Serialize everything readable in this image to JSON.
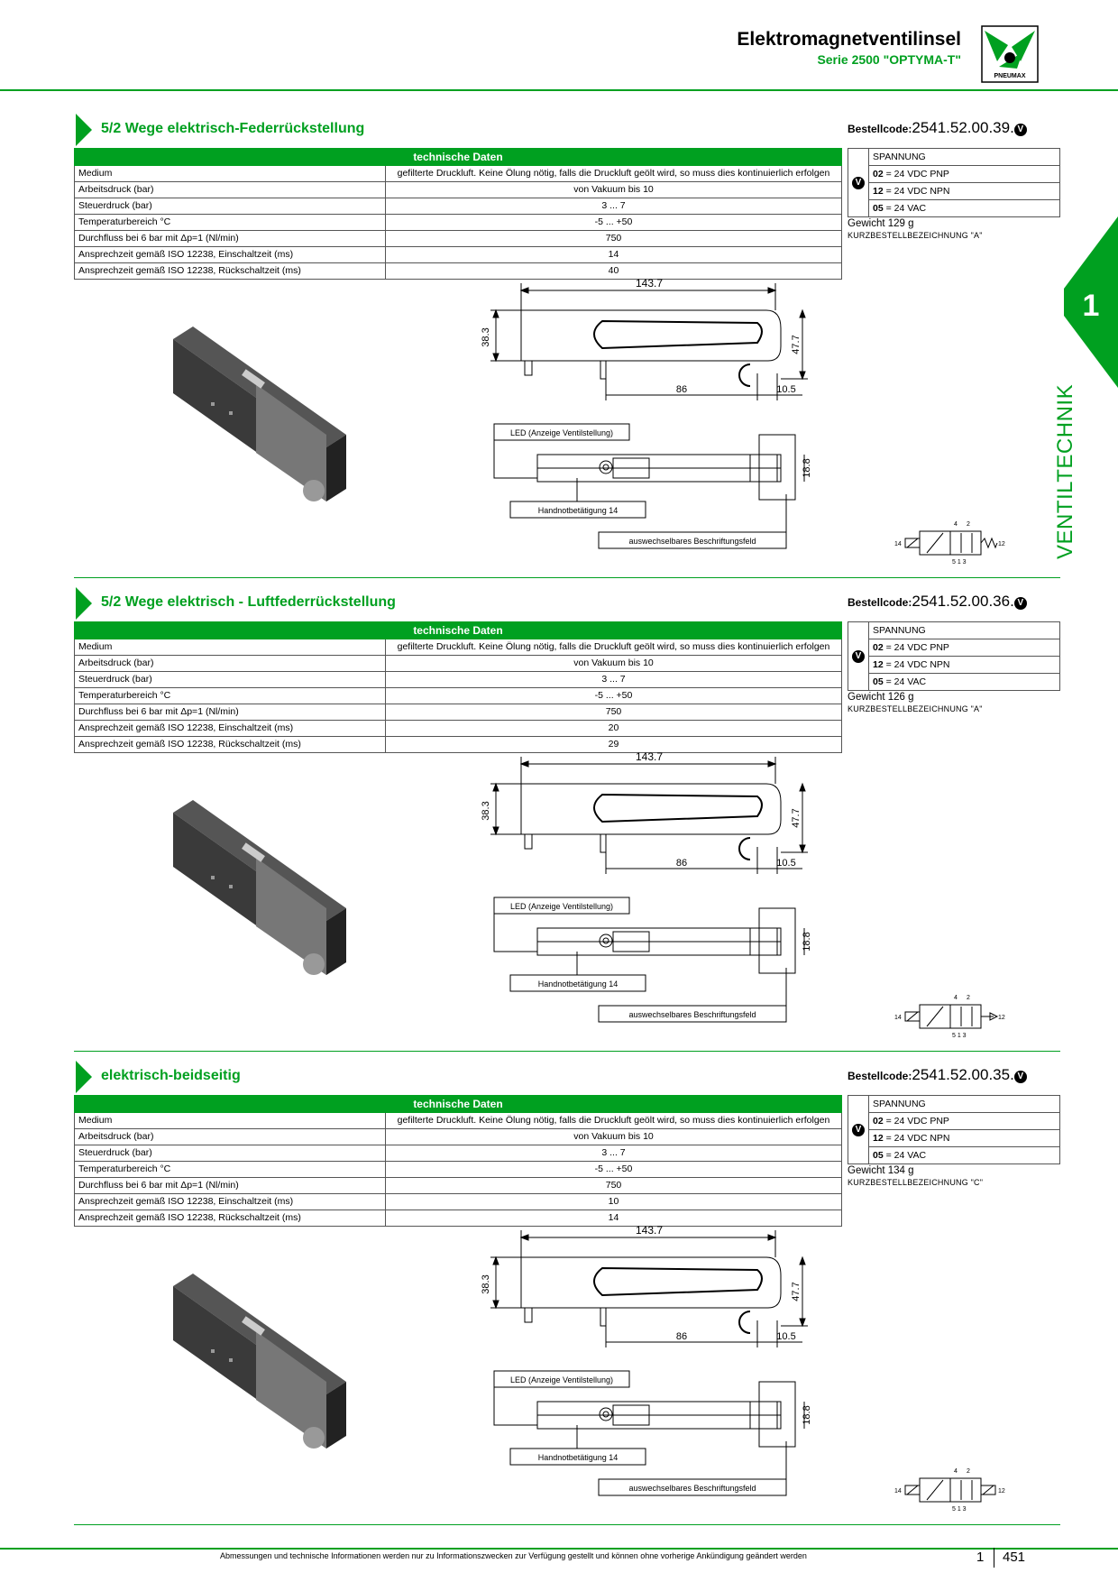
{
  "header": {
    "title": "Elektromagnetventilinsel",
    "subtitle": "Serie 2500 \"OPTYMA-T\"",
    "logo_text": "PNEUMAX"
  },
  "side_tab": {
    "number": "1",
    "label": "VENTILTECHNIK"
  },
  "colors": {
    "accent": "#00a020"
  },
  "sections": [
    {
      "title": "5/2 Wege elektrisch-Federrückstellung",
      "order_label": "Bestellcode:",
      "order_code": "2541.52.00.39.",
      "order_badge": "V",
      "table_header": "technische Daten",
      "rows": [
        {
          "label": "Medium",
          "value": "gefilterte Druckluft. Keine Ölung nötig, falls die Druckluft geölt wird, so muss dies kontinuierlich erfolgen"
        },
        {
          "label": "Arbeitsdruck (bar)",
          "value": "von Vakuum bis 10"
        },
        {
          "label": "Steuerdruck (bar)",
          "value": "3 ... 7"
        },
        {
          "label": "Temperaturbereich °C",
          "value": "-5 ... +50"
        },
        {
          "label": "Durchfluss bei 6 bar mit Δp=1 (Nl/min)",
          "value": "750"
        },
        {
          "label": "Ansprechzeit gemäß ISO 12238, Einschaltzeit (ms)",
          "value": "14"
        },
        {
          "label": "Ansprechzeit gemäß ISO 12238, Rückschaltzeit (ms)",
          "value": "40"
        }
      ],
      "voltage_header": "SPANNUNG",
      "voltage_badge": "V",
      "voltages": [
        {
          "code": "02",
          "text": " = 24 VDC PNP"
        },
        {
          "code": "12",
          "text": " = 24 VDC NPN"
        },
        {
          "code": "05",
          "text": " = 24 VAC"
        }
      ],
      "weight": "Gewicht 129 g",
      "short_code": "KURZBESTELLBEZEICHNUNG \"A\"",
      "symbol_type": "spring"
    },
    {
      "title": "5/2 Wege elektrisch - Luftfederrückstellung",
      "order_label": "Bestellcode:",
      "order_code": "2541.52.00.36.",
      "order_badge": "V",
      "table_header": "technische Daten",
      "rows": [
        {
          "label": "Medium",
          "value": "gefilterte Druckluft. Keine Ölung nötig, falls die Druckluft geölt wird, so muss dies kontinuierlich erfolgen"
        },
        {
          "label": "Arbeitsdruck (bar)",
          "value": "von Vakuum bis 10"
        },
        {
          "label": "Steuerdruck (bar)",
          "value": "3 ... 7"
        },
        {
          "label": "Temperaturbereich °C",
          "value": "-5 ... +50"
        },
        {
          "label": "Durchfluss bei 6 bar mit Δp=1 (Nl/min)",
          "value": "750"
        },
        {
          "label": "Ansprechzeit gemäß ISO 12238, Einschaltzeit (ms)",
          "value": "20"
        },
        {
          "label": "Ansprechzeit gemäß ISO 12238, Rückschaltzeit (ms)",
          "value": "29"
        }
      ],
      "voltage_header": "SPANNUNG",
      "voltage_badge": "V",
      "voltages": [
        {
          "code": "02",
          "text": " = 24 VDC PNP"
        },
        {
          "code": "12",
          "text": " = 24 VDC NPN"
        },
        {
          "code": "05",
          "text": " = 24 VAC"
        }
      ],
      "weight": "Gewicht 126 g",
      "short_code": "KURZBESTELLBEZEICHNUNG \"A\"",
      "symbol_type": "air-spring"
    },
    {
      "title": "elektrisch-beidseitig",
      "order_label": "Bestellcode:",
      "order_code": "2541.52.00.35.",
      "order_badge": "V",
      "table_header": "technische Daten",
      "rows": [
        {
          "label": "Medium",
          "value": "gefilterte Druckluft. Keine Ölung nötig, falls die Druckluft geölt wird, so muss dies kontinuierlich erfolgen"
        },
        {
          "label": "Arbeitsdruck (bar)",
          "value": "von Vakuum bis 10"
        },
        {
          "label": "Steuerdruck (bar)",
          "value": "3 ... 7"
        },
        {
          "label": "Temperaturbereich °C",
          "value": "-5 ... +50"
        },
        {
          "label": "Durchfluss bei 6 bar mit Δp=1 (Nl/min)",
          "value": "750"
        },
        {
          "label": "Ansprechzeit gemäß ISO 12238, Einschaltzeit (ms)",
          "value": "10"
        },
        {
          "label": "Ansprechzeit gemäß ISO 12238, Rückschaltzeit (ms)",
          "value": "14"
        }
      ],
      "voltage_header": "SPANNUNG",
      "voltage_badge": "V",
      "voltages": [
        {
          "code": "02",
          "text": " = 24 VDC PNP"
        },
        {
          "code": "12",
          "text": " = 24 VDC NPN"
        },
        {
          "code": "05",
          "text": " = 24 VAC"
        }
      ],
      "weight": "Gewicht 134 g",
      "short_code": "KURZBESTELLBEZEICHNUNG \"C\"",
      "symbol_type": "double"
    }
  ],
  "drawing": {
    "dim_length": "143.7",
    "dim_height": "38.3",
    "dim_total_height": "47.7",
    "dim_86": "86",
    "dim_105": "10.5",
    "dim_188": "18.8",
    "label_led": "LED (Anzeige Ventilstellung)",
    "label_manual": "Handnotbetätigung 14",
    "label_field": "auswechselbares Beschriftungsfeld"
  },
  "symbol_labels": {
    "port_4": "4",
    "port_2": "2",
    "port_14": "14",
    "port_12": "12",
    "port_513": "5 1 3"
  },
  "footer": {
    "disclaimer": "Abmessungen und technische Informationen werden nur zu Informationszwecken zur Verfügung gestellt und können ohne vorherige Ankündigung geändert werden",
    "chapter": "1",
    "page": "451"
  }
}
